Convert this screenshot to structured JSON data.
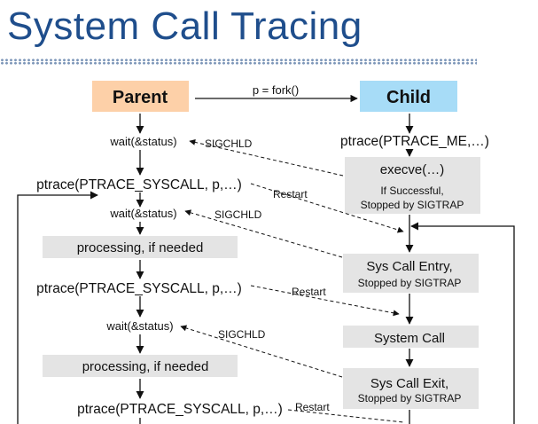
{
  "title": "System Call Tracing",
  "parent_label": "Parent",
  "child_label": "Child",
  "fork_label": "p = fork()",
  "colors": {
    "parent_box": "#fdd0a8",
    "child_box": "#a7dcf7",
    "gray_box": "#e4e4e4",
    "title": "#1f4e8c"
  },
  "parent_steps": {
    "wait1": "wait(&status)",
    "ptrace1": "ptrace(PTRACE_SYSCALL, p,…)",
    "wait2": "wait(&status)",
    "processing1": "processing, if needed",
    "ptrace2": "ptrace(PTRACE_SYSCALL, p,…)",
    "wait3": "wait(&status)",
    "processing2": "processing, if needed",
    "ptrace3": "ptrace(PTRACE_SYSCALL, p,…)"
  },
  "child_steps": {
    "ptrace_me": "ptrace(PTRACE_ME,…)",
    "execve": "execve(…)",
    "execve_note1": "If Successful,",
    "execve_note2": "Stopped by SIGTRAP",
    "entry": "Sys Call Entry,",
    "entry_note": "Stopped by SIGTRAP",
    "syscall": "System Call",
    "exit": "Sys Call Exit,",
    "exit_note": "Stopped by SIGTRAP"
  },
  "signals": {
    "sigchld1": "SIGCHLD",
    "restart1": "Restart",
    "sigchld2": "SIGCHLD",
    "restart2": "Restart",
    "sigchld3": "SIGCHLD",
    "restart3": "Restart"
  }
}
